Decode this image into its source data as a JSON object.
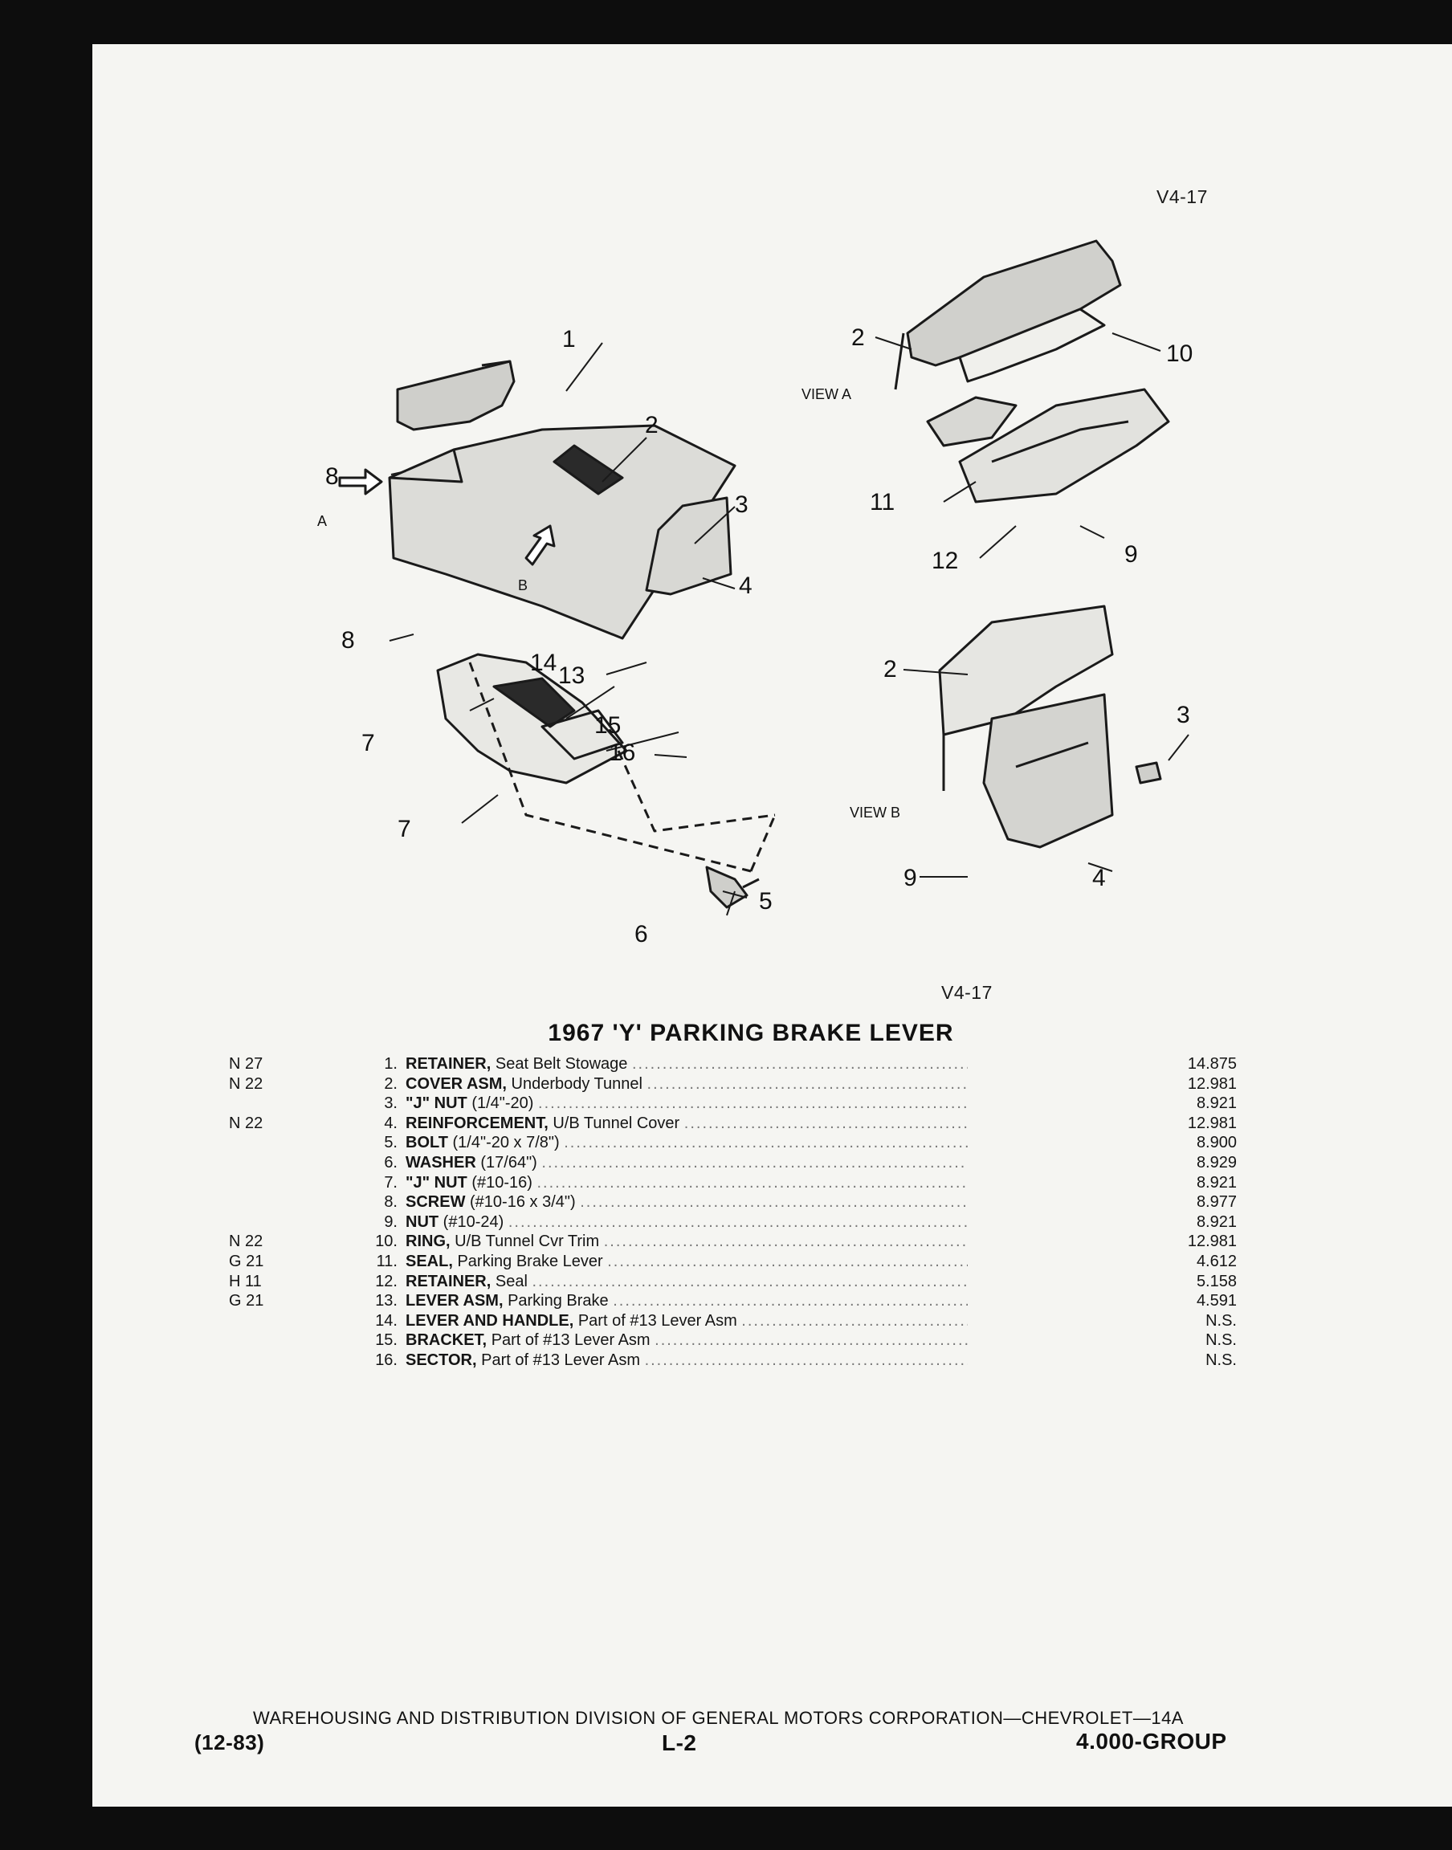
{
  "figure": {
    "ref_top": "V4-17",
    "ref_bottom": "V4-17",
    "view_a_label": "VIEW A",
    "view_b_label": "VIEW B",
    "arrow_a_label": "A",
    "arrow_b_label": "B",
    "callouts": [
      "1",
      "2",
      "3",
      "4",
      "5",
      "6",
      "7",
      "7",
      "8",
      "8",
      "13",
      "14",
      "15",
      "16",
      "2",
      "10",
      "11",
      "12",
      "9",
      "2",
      "3",
      "4",
      "9"
    ]
  },
  "title": "1967 'Y' PARKING BRAKE LEVER",
  "parts": [
    {
      "group": "N 27",
      "num": "1.",
      "name": "RETAINER,",
      "detail": "Seat Belt Stowage",
      "code": "14.875"
    },
    {
      "group": "N 22",
      "num": "2.",
      "name": "COVER ASM,",
      "detail": "Underbody Tunnel",
      "code": "12.981"
    },
    {
      "group": "",
      "num": "3.",
      "name": "\"J\" NUT",
      "detail": "(1/4\"-20)",
      "code": "8.921"
    },
    {
      "group": "N 22",
      "num": "4.",
      "name": "REINFORCEMENT,",
      "detail": "U/B Tunnel Cover",
      "code": "12.981"
    },
    {
      "group": "",
      "num": "5.",
      "name": "BOLT",
      "detail": "(1/4\"-20 x 7/8\")",
      "code": "8.900"
    },
    {
      "group": "",
      "num": "6.",
      "name": "WASHER",
      "detail": "(17/64\")",
      "code": "8.929"
    },
    {
      "group": "",
      "num": "7.",
      "name": "\"J\" NUT",
      "detail": "(#10-16)",
      "code": "8.921"
    },
    {
      "group": "",
      "num": "8.",
      "name": "SCREW",
      "detail": "(#10-16 x 3/4\")",
      "code": "8.977"
    },
    {
      "group": "",
      "num": "9.",
      "name": "NUT",
      "detail": "(#10-24)",
      "code": "8.921"
    },
    {
      "group": "N 22",
      "num": "10.",
      "name": "RING,",
      "detail": "U/B Tunnel Cvr Trim",
      "code": "12.981"
    },
    {
      "group": "G 21",
      "num": "11.",
      "name": "SEAL,",
      "detail": "Parking Brake Lever",
      "code": "4.612"
    },
    {
      "group": "H 11",
      "num": "12.",
      "name": "RETAINER,",
      "detail": "Seal",
      "code": "5.158"
    },
    {
      "group": "G 21",
      "num": "13.",
      "name": "LEVER ASM,",
      "detail": "Parking Brake",
      "code": "4.591"
    },
    {
      "group": "",
      "num": "14.",
      "name": "LEVER AND HANDLE,",
      "detail": "Part of #13 Lever Asm",
      "code": "N.S."
    },
    {
      "group": "",
      "num": "15.",
      "name": "BRACKET,",
      "detail": "Part of #13 Lever Asm",
      "code": "N.S."
    },
    {
      "group": "",
      "num": "16.",
      "name": "SECTOR,",
      "detail": "Part of #13 Lever Asm",
      "code": "N.S."
    }
  ],
  "footer": {
    "division": "WAREHOUSING AND DISTRIBUTION DIVISION OF GENERAL MOTORS CORPORATION—CHEVROLET—14A",
    "date": "(12-83)",
    "page": "L-2",
    "group": "4.000-GROUP"
  }
}
